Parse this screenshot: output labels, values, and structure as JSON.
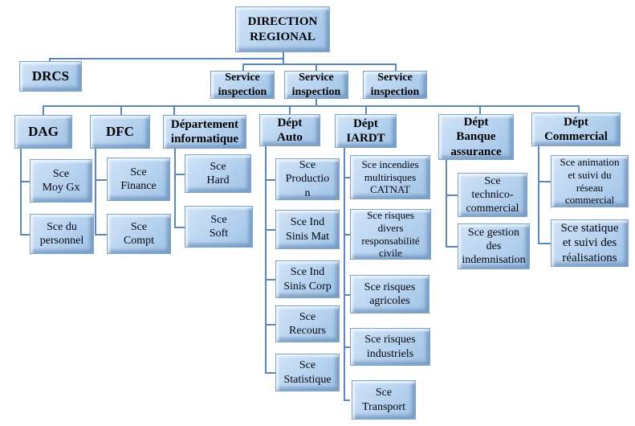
{
  "chart_title": "",
  "palette": {
    "box_fill_light": "#d2e3f7",
    "box_fill_mid": "#bcd6f1",
    "box_fill_dark": "#a0c3e6",
    "box_border": "#7ba2c8",
    "connector_line": "#5d87b8",
    "text": "#050510",
    "background": "#ffffff"
  },
  "nodes": {
    "direction": {
      "label": "DIRECTION\nREGIONAL"
    },
    "drcs": {
      "label": "DRCS"
    },
    "inspection1": {
      "label": "Service\ninspection"
    },
    "inspection2": {
      "label": "Service\ninspection"
    },
    "inspection3": {
      "label": "Service\ninspection"
    },
    "dag": {
      "label": "DAG"
    },
    "dfc": {
      "label": "DFC"
    },
    "informatique": {
      "label": "Département\ninformatique"
    },
    "auto": {
      "label": "Dépt\nAuto"
    },
    "iardt": {
      "label": "Dépt\nIARDT"
    },
    "banque": {
      "label": "Dépt\nBanque\nassurance"
    },
    "commercial": {
      "label": "Dépt\nCommercial"
    },
    "moy_gx": {
      "label": "Sce\nMoy Gx"
    },
    "personnel": {
      "label": "Sce du\npersonnel"
    },
    "finance": {
      "label": "Sce\nFinance"
    },
    "compt": {
      "label": "Sce\nCompt"
    },
    "hard": {
      "label": "Sce\nHard"
    },
    "soft": {
      "label": "Sce\nSoft"
    },
    "production": {
      "label": "Sce\nProductio\nn"
    },
    "ind_sinis_mat": {
      "label": "Sce Ind\nSinis Mat"
    },
    "ind_sinis_corp": {
      "label": "Sce Ind\nSinis Corp"
    },
    "recours": {
      "label": "Sce\nRecours"
    },
    "statistique": {
      "label": "Sce\nStatistique"
    },
    "incendies": {
      "label": "Sce incendies\nmultirisques\nCATNAT"
    },
    "risques_divers": {
      "label": "Sce risques\ndivers\nresponsabilité\ncivile"
    },
    "risques_agricoles": {
      "label": "Sce risques\nagricoles"
    },
    "risques_industriels": {
      "label": "Sce risques\nindustriels"
    },
    "transport": {
      "label": "Sce\nTransport"
    },
    "technico": {
      "label": "Sce\ntechnico-\ncommercial"
    },
    "gestion": {
      "label": "Sce gestion\ndes\nindemnisation"
    },
    "animation": {
      "label": "Sce animation\net suivi du\nréseau\ncommercial"
    },
    "statique": {
      "label": "Sce statique\net suivi des\nréalisations"
    }
  },
  "hierarchy": {
    "direction": [
      "drcs",
      "inspection1",
      "inspection2",
      "inspection3"
    ],
    "inspection2": [
      "dag",
      "dfc",
      "informatique",
      "auto",
      "iardt",
      "banque",
      "commercial"
    ],
    "dag": [
      "moy_gx",
      "personnel"
    ],
    "dfc": [
      "finance",
      "compt"
    ],
    "informatique": [
      "hard",
      "soft"
    ],
    "auto": [
      "production",
      "ind_sinis_mat",
      "ind_sinis_corp",
      "recours",
      "statistique"
    ],
    "iardt": [
      "incendies",
      "risques_divers",
      "risques_agricoles",
      "risques_industriels",
      "transport"
    ],
    "banque": [
      "technico",
      "gestion"
    ],
    "commercial": [
      "animation",
      "statique"
    ]
  }
}
